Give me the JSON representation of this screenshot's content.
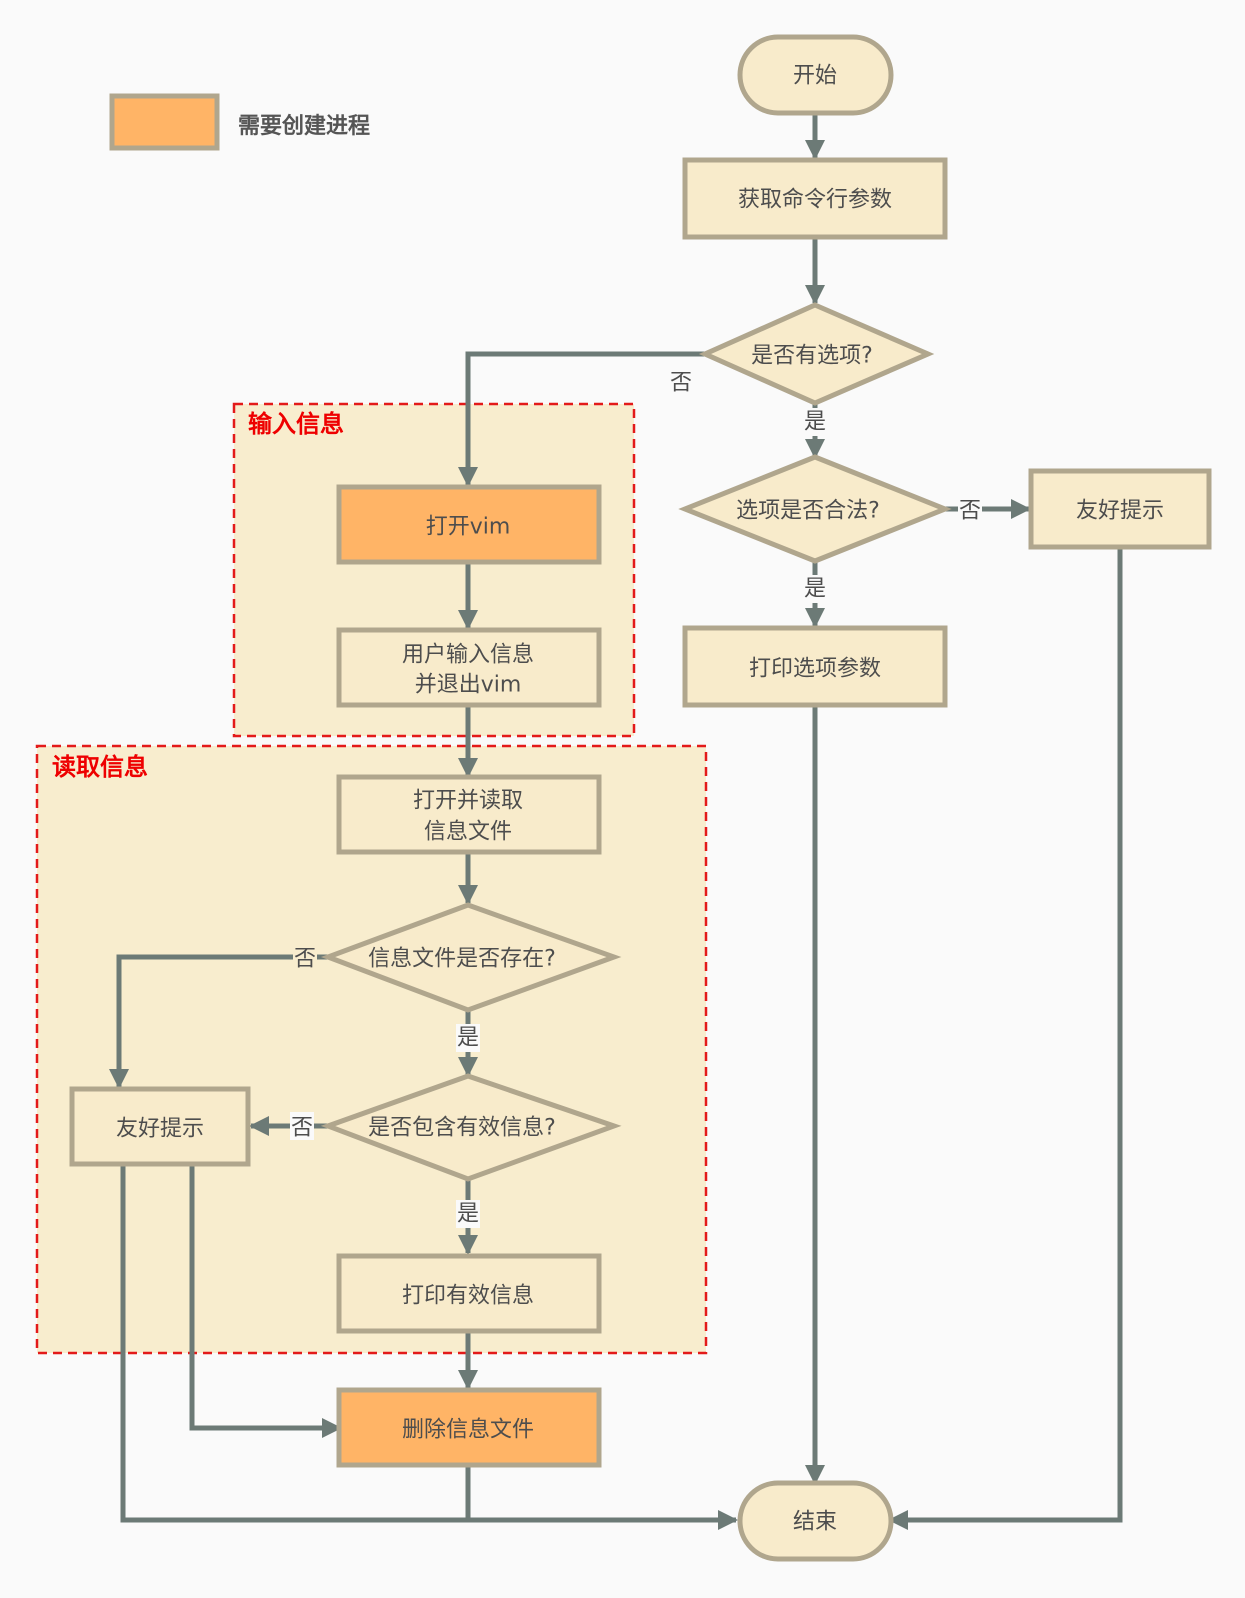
{
  "colors": {
    "background": "#fafafa",
    "node_fill": "#f8ebcb",
    "node_stroke": "#b0a68d",
    "process_fill": "#ffb466",
    "group_fill": "#f8edce",
    "group_border": "#e31a1a",
    "edge": "#6c7a76",
    "text": "#4d4d4d",
    "group_title": "#ee0000"
  },
  "legend": {
    "label": "需要创建进程"
  },
  "groups": {
    "input": {
      "title": "输入信息"
    },
    "read": {
      "title": "读取信息"
    }
  },
  "nodes": {
    "start": "开始",
    "get_args": "获取命令行参数",
    "has_option": "是否有选项?",
    "option_valid": "选项是否合法?",
    "friendly_tip_right": "友好提示",
    "print_option_args": "打印选项参数",
    "open_vim": "打开vim",
    "user_input": [
      "用户输入信息",
      "并退出vim"
    ],
    "open_read_file": [
      "打开并读取",
      "信息文件"
    ],
    "file_exists": "信息文件是否存在?",
    "has_valid_info": "是否包含有效信息?",
    "friendly_tip_left": "友好提示",
    "print_valid_info": "打印有效信息",
    "delete_info_file": "删除信息文件",
    "end": "结束"
  },
  "edge_labels": {
    "has_option_no": "否",
    "has_option_yes": "是",
    "option_valid_no": "否",
    "option_valid_yes": "是",
    "file_exists_no": "否",
    "file_exists_yes": "是",
    "valid_info_no": "否",
    "valid_info_yes": "是"
  }
}
